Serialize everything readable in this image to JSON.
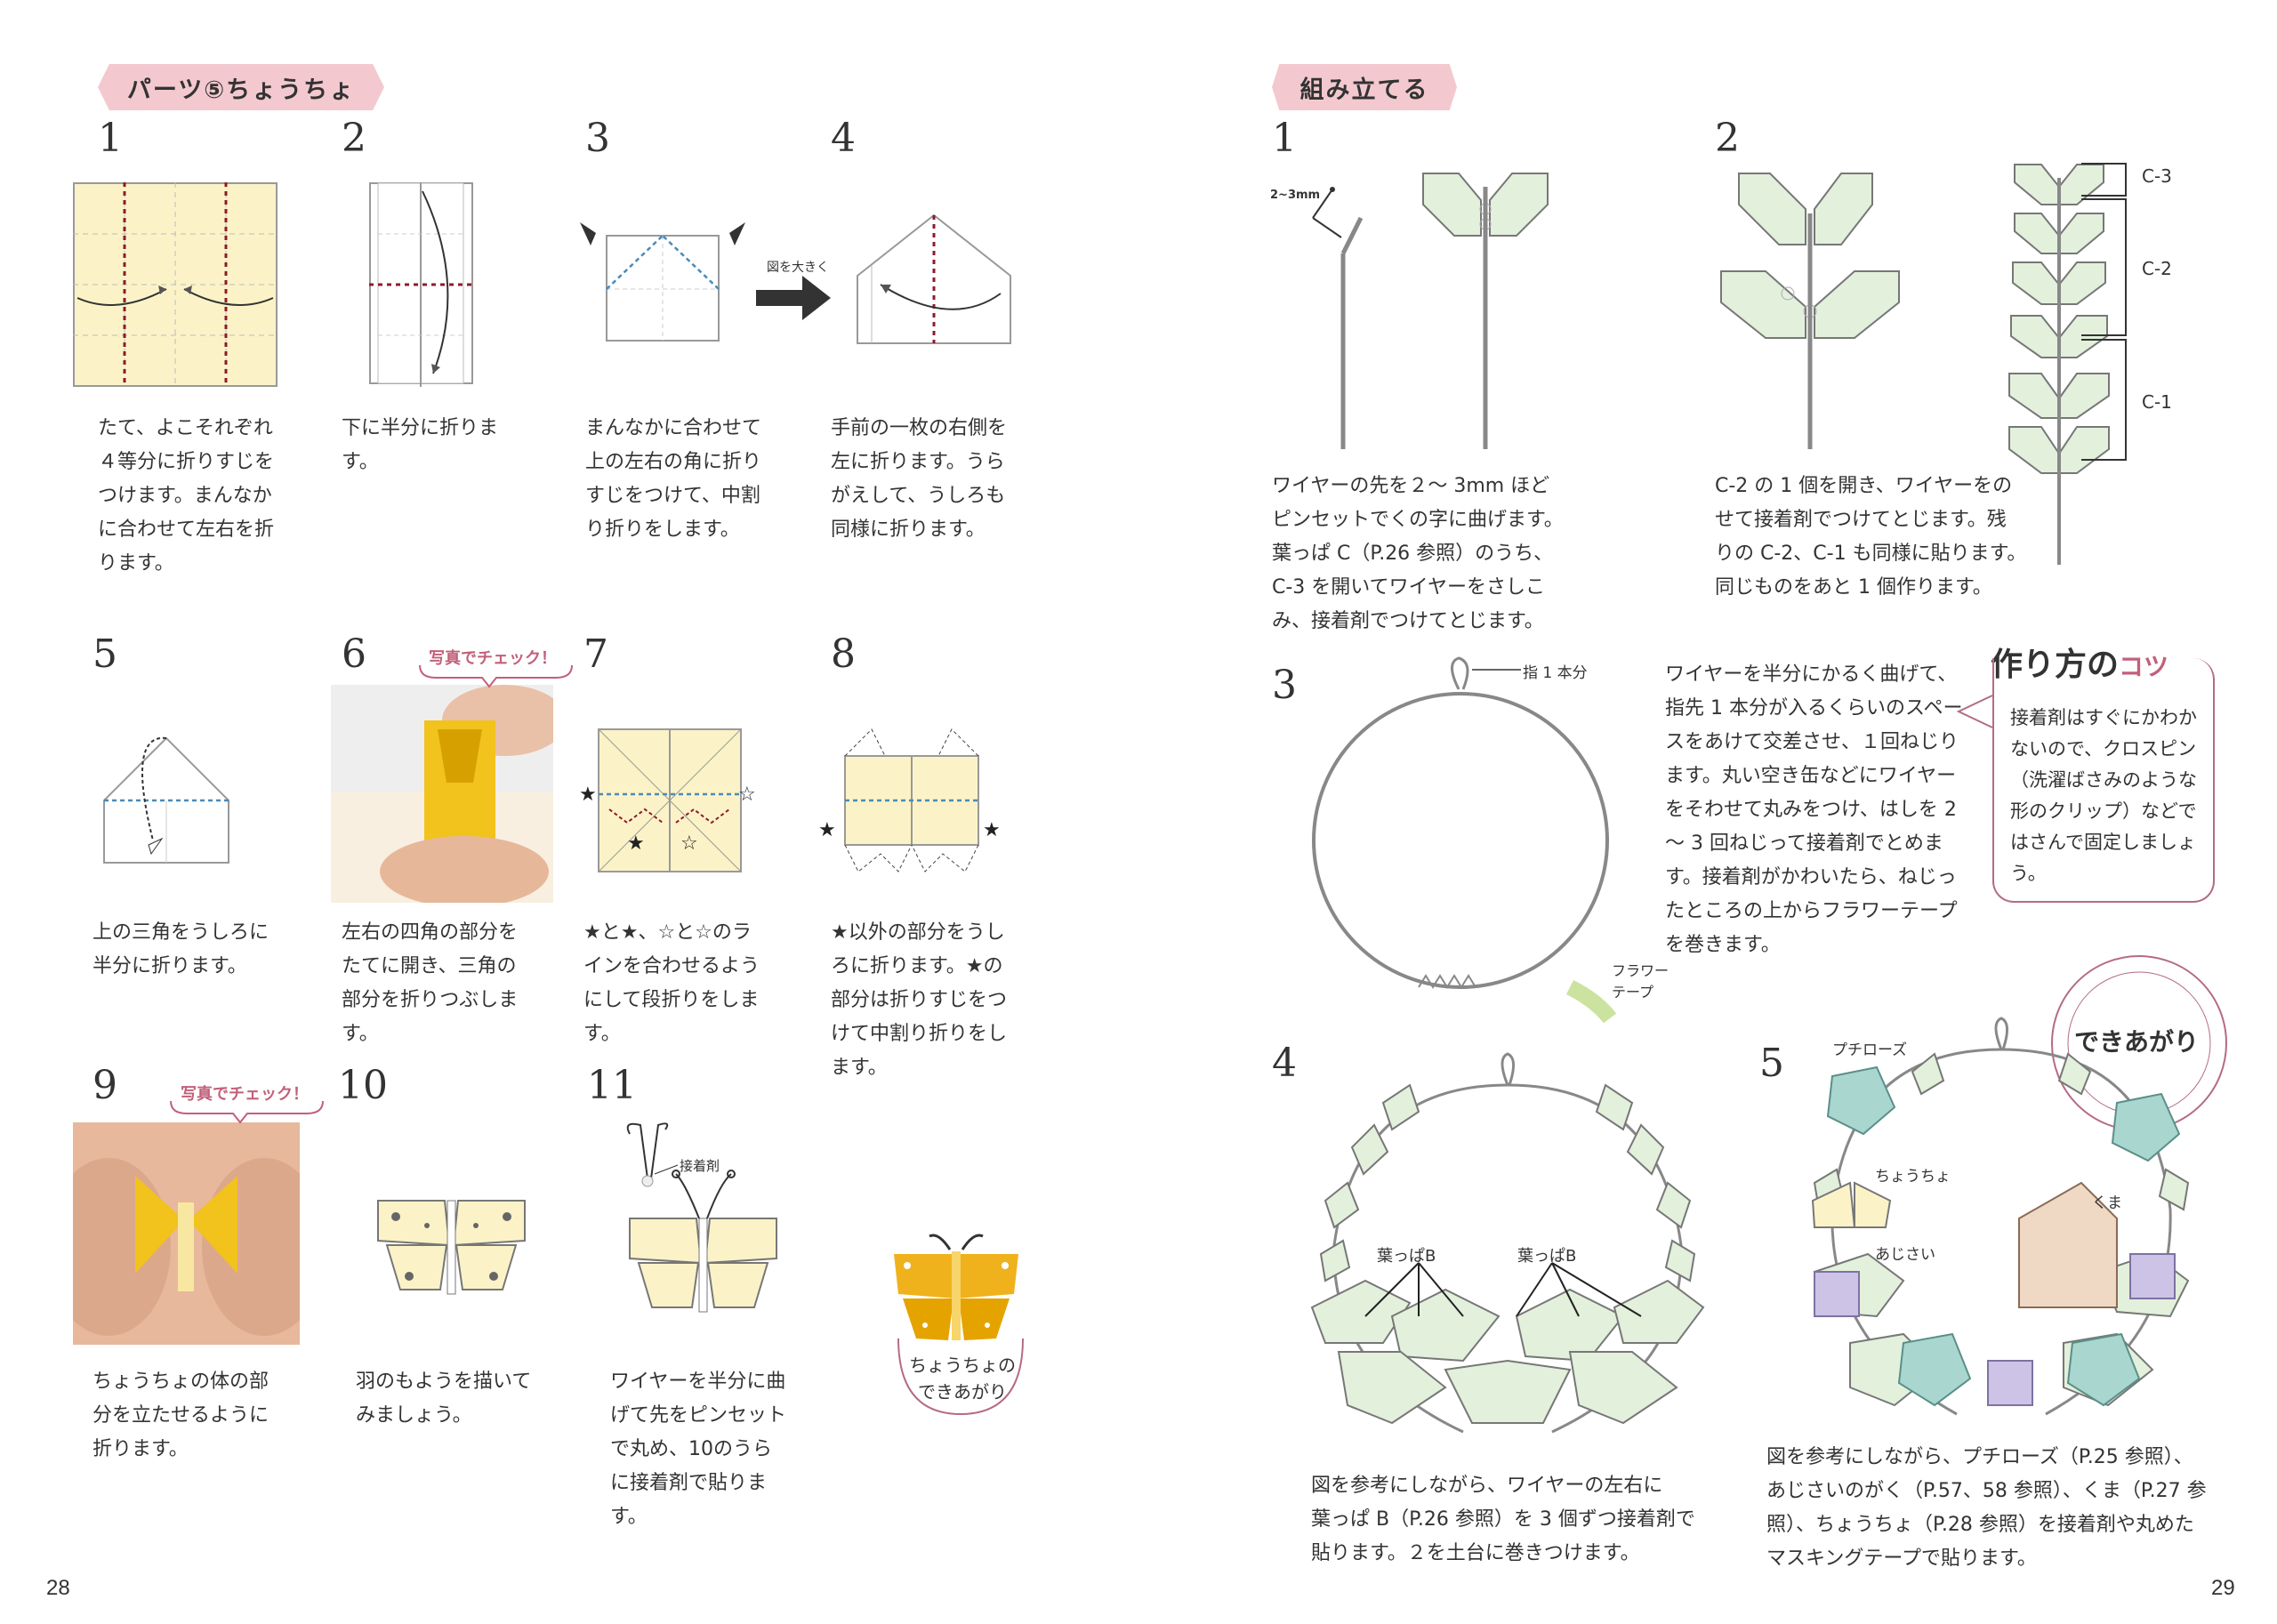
{
  "left_page": {
    "section_tag": "パーツ⑤ちょうちょ",
    "page_number": "28",
    "steps": [
      {
        "num": "1",
        "text": "たて、よこそれぞれ\n４等分に折りすじを\nつけます。まんなか\nに合わせて左右を折\nります。"
      },
      {
        "num": "2",
        "text": "下に半分に折りま\nす。"
      },
      {
        "num": "3",
        "text": "まんなかに合わせて\n上の左右の角に折り\nすじをつけて、中割\nり折りをします。"
      },
      {
        "num": "4",
        "text": "手前の一枚の右側を\n左に折ります。うら\nがえして、うしろも\n同様に折ります。"
      },
      {
        "num": "5",
        "text": "上の三角をうしろに\n半分に折ります。"
      },
      {
        "num": "6",
        "text": "左右の四角の部分を\nたてに開き、三角の\n部分を折りつぶしま\nす。"
      },
      {
        "num": "7",
        "text": "★と★、☆と☆のラ\nインを合わせるよう\nにして段折りをしま\nす。"
      },
      {
        "num": "8",
        "text": "★以外の部分をうし\nろに折ります。★の\n部分は折りすじをつ\nけて中割り折りをし\nます。"
      },
      {
        "num": "9",
        "text": "ちょうちょの体の部\n分を立たせるように\n折ります。"
      },
      {
        "num": "10",
        "text": "羽のもようを描いて\nみましょう。"
      },
      {
        "num": "11",
        "text": "ワイヤーを半分に曲\nげて先をピンセット\nで丸め、10のうら\nに接着剤で貼りま\nす。"
      }
    ],
    "photo_check_label": "写真でチェック！",
    "enlarge_label": "図を大きく",
    "glue_label": "接着剤",
    "finished_caption": "ちょうちょの\nできあがり"
  },
  "right_page": {
    "section_tag": "組み立てる",
    "page_number": "29",
    "steps": [
      {
        "num": "1",
        "text": "ワイヤーの先を２～ 3mm ほど\nピンセットでくの字に曲げます。\n葉っぱ C（P.26 参照）のうち、\nC-3 を開いてワイヤーをさしこ\nみ、接着剤でつけてとじます。"
      },
      {
        "num": "2",
        "text": "C-2 の 1 個を開き、ワイヤーをの\nせて接着剤でつけてとじます。残\nりの C-2、C-1 も同様に貼ります。\n同じものをあと 1 個作ります。"
      },
      {
        "num": "3",
        "text": "ワイヤーを半分にかるく曲げて、\n指先 1 本分が入るくらいのスペー\nスをあけて交差させ、１回ねじり\nます。丸い空き缶などにワイヤー\nをそわせて丸みをつけ、はしを 2\n～ 3 回ねじって接着剤でとめま\nす。接着剤がかわいたら、ねじっ\nたところの上からフラワーテープ\nを巻きます。"
      },
      {
        "num": "4",
        "text": "図を参考にしながら、ワイヤーの左右に\n葉っぱ B（P.26 参照）を 3 個ずつ接着剤で\n貼ります。２を土台に巻きつけます。"
      },
      {
        "num": "5",
        "text": "図を参考にしながら、プチローズ（P.25 参照）、\nあじさいのがく（P.57、58 参照）、くま（P.27 参\n照）、ちょうちょ（P.28 参照）を接着剤や丸めた\nマスキングテープで貼ります。"
      }
    ],
    "size_label": "2~3mm",
    "c_labels": [
      "C-3",
      "C-2",
      "C-1"
    ],
    "finger_label": "指 1 本分",
    "tape_label": "フラワー\nテープ",
    "leaf_label_1": "葉っぱB",
    "leaf_label_2": "葉っぱB",
    "rose_label": "プチローズ",
    "butterfly_label": "ちょうちょ",
    "hydrangea_label": "あじさい",
    "bear_label": "くま",
    "done_label": "できあがり",
    "tip": {
      "title_main": "作り方の",
      "title_accent": "コツ",
      "text": "接着剤はすぐにかわか\nないので、クロスピン\n（洗濯ばさみのような\n形のクリップ）などで\nはさんで固定しましょ\nう。"
    }
  },
  "colors": {
    "tag_pink": "#f3c9cf",
    "accent_pink": "#c2607a",
    "paper_yellow": "#fbf3c7",
    "leaf_green": "#e3f0dc",
    "rose_teal": "#a9d6cf",
    "hydrangea_purple": "#cdc3e6",
    "butterfly_orange": "#f0b21c"
  }
}
